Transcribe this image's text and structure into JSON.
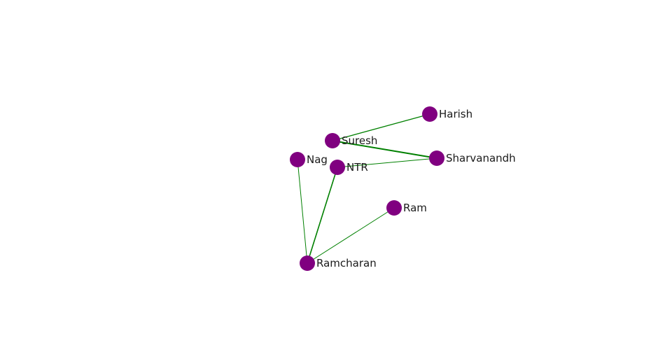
{
  "graph": {
    "node_color": "#800080",
    "edge_color": "#008000",
    "nodes": [
      {
        "id": "harish",
        "label": "Harish"
      },
      {
        "id": "suresh",
        "label": "Suresh"
      },
      {
        "id": "sharvanandh",
        "label": "Sharvanandh"
      },
      {
        "id": "nag",
        "label": "Nag"
      },
      {
        "id": "ntr",
        "label": "NTR"
      },
      {
        "id": "ram",
        "label": "Ram"
      },
      {
        "id": "ramcharan",
        "label": "Ramcharan"
      }
    ],
    "edges": [
      {
        "source": "suresh",
        "target": "harish"
      },
      {
        "source": "suresh",
        "target": "sharvanandh"
      },
      {
        "source": "ntr",
        "target": "sharvanandh"
      },
      {
        "source": "nag",
        "target": "ramcharan"
      },
      {
        "source": "ntr",
        "target": "ramcharan"
      },
      {
        "source": "ram",
        "target": "ramcharan"
      }
    ]
  }
}
